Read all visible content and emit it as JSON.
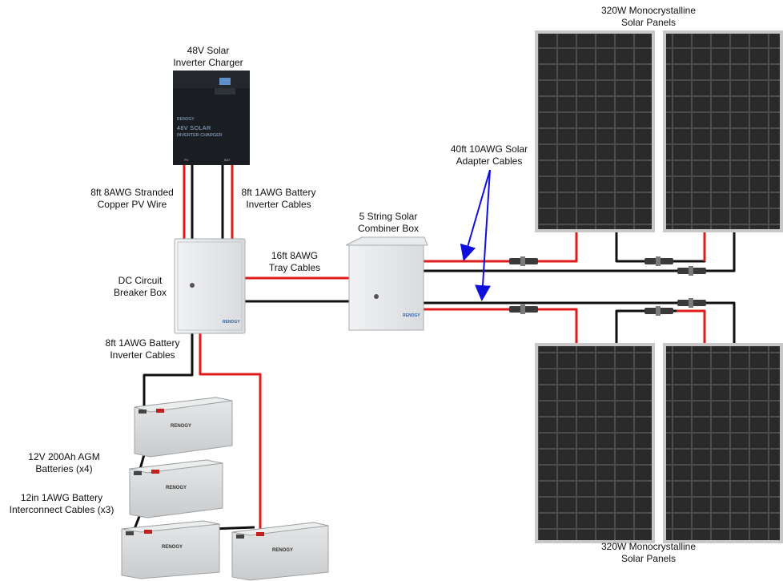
{
  "labels": {
    "inverter": [
      "48V Solar",
      "Inverter Charger"
    ],
    "pv_wire": [
      "8ft 8AWG Stranded",
      "Copper PV Wire"
    ],
    "batt_inv_top": [
      "8ft 1AWG Battery",
      "Inverter Cables"
    ],
    "breaker": [
      "DC Circuit",
      "Breaker Box"
    ],
    "tray": [
      "16ft 8AWG",
      "Tray Cables"
    ],
    "combiner": [
      "5 String Solar",
      "Combiner Box"
    ],
    "adapter": [
      "40ft 10AWG Solar",
      "Adapter Cables"
    ],
    "panels_top": [
      "320W Monocrystalline",
      "Solar Panels"
    ],
    "panels_bottom": [
      "320W Monocrystalline",
      "Solar Panels"
    ],
    "batt_inv_bottom": [
      "8ft 1AWG Battery",
      "Inverter Cables"
    ],
    "batteries": [
      "12V 200Ah AGM",
      "Batteries (x4)"
    ],
    "interconnect": [
      "12in 1AWG Battery",
      "Interconnect Cables (x3)"
    ]
  },
  "device_text": {
    "inverter_brand": "RENOGY",
    "inverter_model": "48V SOLAR",
    "inverter_sub": "INVERTER CHARGER",
    "inverter_pv": "PV",
    "inverter_batt": "BAT",
    "box_brand": "RENOGY",
    "battery_brand": "RENOGY"
  },
  "colors": {
    "positive_wire": "#e01b1b",
    "negative_wire": "#111111",
    "arrow": "#1010dd",
    "panel_cell": "#2b2b2b",
    "panel_frame": "#c8c8c8",
    "box": "#e3e5e8",
    "battery": "#d6d8da",
    "inverter": "#1a1d22"
  }
}
